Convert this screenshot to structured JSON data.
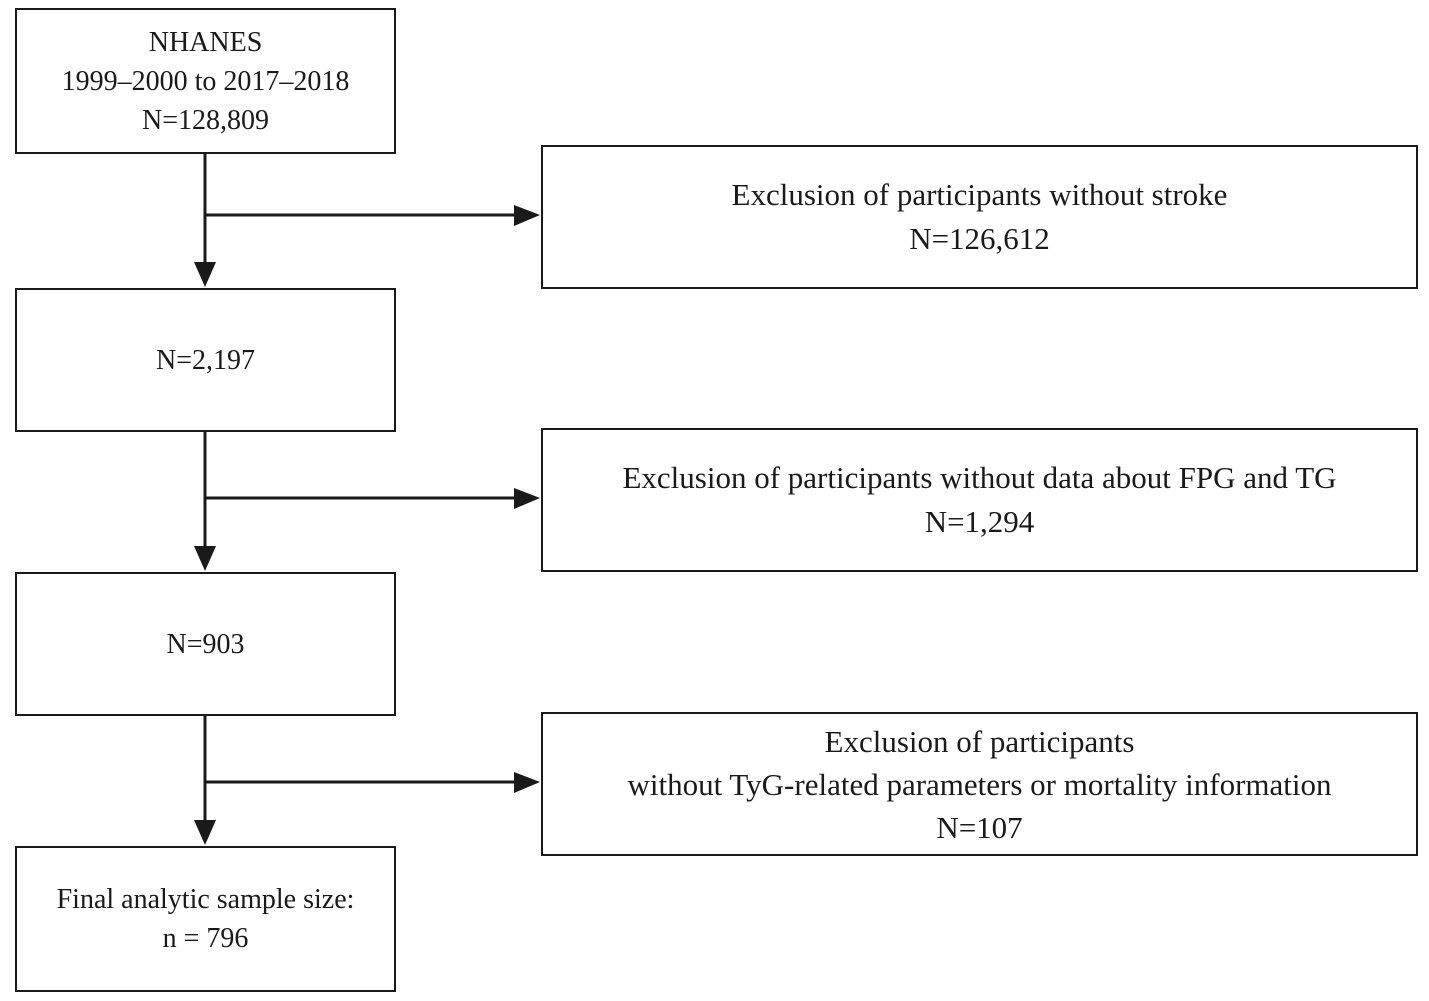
{
  "flowchart": {
    "start": {
      "lines": [
        "NHANES",
        "1999–2000 to 2017–2018",
        "N=128,809"
      ]
    },
    "step1": {
      "lines": [
        "N=2,197"
      ]
    },
    "step2": {
      "lines": [
        "N=903"
      ]
    },
    "final": {
      "lines": [
        "Final analytic sample size:",
        "n = 796"
      ]
    },
    "exclusion1": {
      "lines": [
        "Exclusion of participants without stroke",
        "N=126,612"
      ]
    },
    "exclusion2": {
      "lines": [
        "Exclusion of participants without data about FPG and TG",
        "N=1,294"
      ]
    },
    "exclusion3": {
      "lines": [
        "Exclusion of participants",
        "without TyG-related parameters or mortality information",
        "N=107"
      ]
    }
  },
  "colors": {
    "stroke": "#1a1a1a",
    "background": "#ffffff"
  }
}
